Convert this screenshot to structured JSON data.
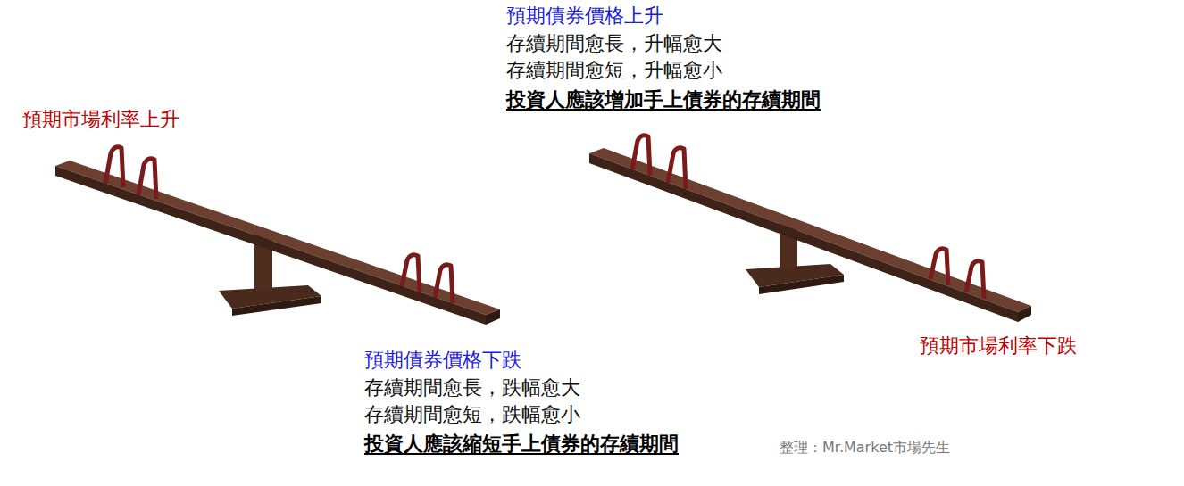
{
  "diagram": {
    "labels": [
      "預期債券價格上升",
      "存續期間愈長，升幅愈大",
      "存續期間愈短，升幅愈小",
      "投資人應該增加手上債券的存續期間",
      "預期市場利率上升",
      "預期債券價格下跌",
      "存續期間愈長，跌幅愈大",
      "存續期間愈短，跌幅愈小",
      "投資人應該縮短手上債券的存續期間",
      "預期市場利率下跌",
      "整理：Mr.Market市場先生"
    ]
  }
}
